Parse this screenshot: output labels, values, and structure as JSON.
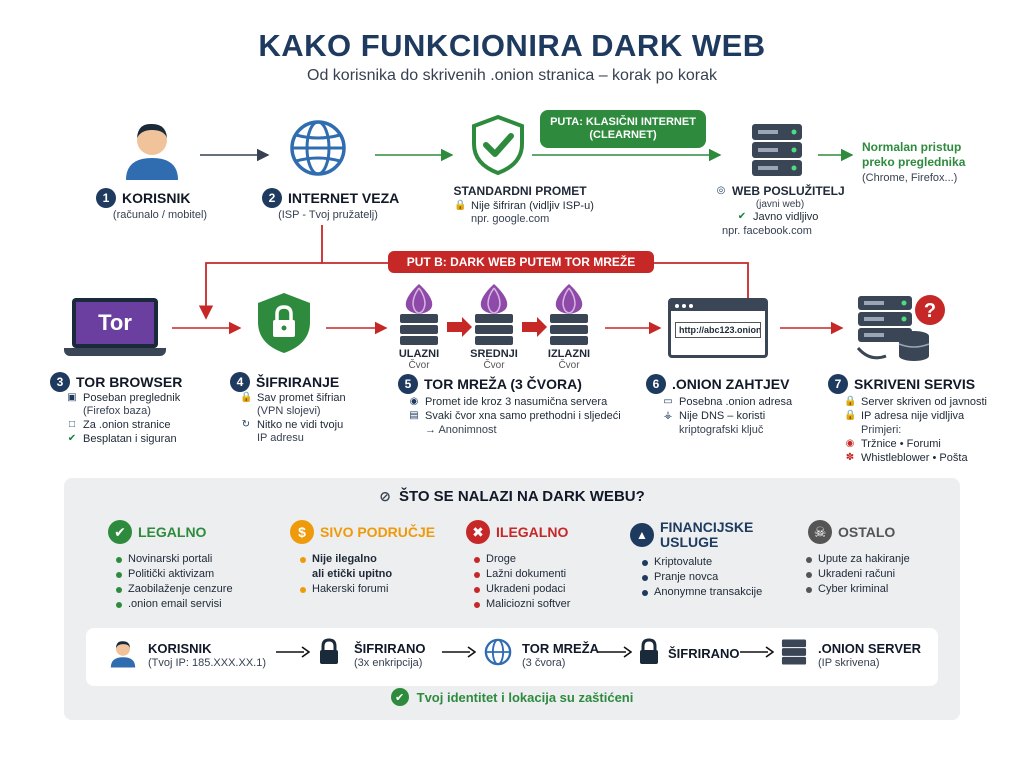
{
  "header": {
    "title": "KAKO FUNKCIONIRA DARK WEB",
    "subtitle": "Od korisnika do skrivenih .onion stranica – korak po korak"
  },
  "path_a": {
    "banner": "PUTA: KLASIČNI INTERNET (CLEARNET)",
    "user": {
      "num": "1",
      "title": "KORISNIK",
      "sub": "(računalo / mobitel)"
    },
    "internet": {
      "num": "2",
      "title": "INTERNET VEZA",
      "sub": "(ISP - Tvoj pružatelj)"
    },
    "standard": {
      "title": "STANDARDNI PROMET",
      "line1": "Nije šifriran (vidljiv ISP-u)",
      "line2": "npr. google.com"
    },
    "webserver": {
      "title": "WEB POSLUŽITELJ",
      "sub": "(javni web)",
      "line1": "Javno vidljivo",
      "line2": "npr. facebook.com"
    },
    "access": {
      "line1": "Normalan pristup",
      "line2": "preko preglednika",
      "line3": "(Chrome, Firefox...)"
    }
  },
  "path_b": {
    "banner": "PUT B: DARK WEB PUTEM TOR MREŽE",
    "tor_logo": "Tor",
    "tor": {
      "num": "3",
      "title": "TOR BROWSER",
      "l1": "Poseban preglednik",
      "l2": "(Firefox baza)",
      "l3": "Za .onion stranice",
      "l4": "Besplatan i siguran"
    },
    "enc": {
      "num": "4",
      "title": "ŠIFRIRANJE",
      "l1": "Sav promet šifrian",
      "l2": "(VPN slojevi)",
      "l3": "Nitko ne vidi tvoju",
      "l4": "IP adresu"
    },
    "nodes": [
      {
        "name": "ULAZNI",
        "sub": "Čvor"
      },
      {
        "name": "SREDNJI",
        "sub": "Čvor"
      },
      {
        "name": "IZLAZNI",
        "sub": "Čvor"
      }
    ],
    "network": {
      "num": "5",
      "title": "TOR MREŽA (3 ČVORA)",
      "l1": "Promet ide kroz 3 nasumična servera",
      "l2": "Svaki čvor xna samo prethodni i sljedeći",
      "l3": "Anonimnost"
    },
    "onion_url": "http://abc123.onion",
    "onion": {
      "num": "6",
      "title": ".ONION ZAHTJEV",
      "l1": "Posebna .onion adresa",
      "l2": "Nije DNS – koristi",
      "l3": "kriptografski ključ"
    },
    "hidden": {
      "num": "7",
      "title": "SKRIVENI SERVIS",
      "l1": "Server skriven od javnosti",
      "l2": "IP adresa nije vidljiva",
      "l3": "Primjeri:",
      "l4": "Tržnice • Forumi",
      "l5": "Whistleblower • Pošta"
    }
  },
  "categories_section": {
    "title": "ŠTO SE NALAZI NA DARK WEBU?",
    "categories": [
      {
        "title": "LEGALNO",
        "color": "#2e8b3e",
        "items": [
          "Novinarski portali",
          "Politički aktivizam",
          "Zaobilaženje cenzure",
          ".onion email servisi"
        ]
      },
      {
        "title": "SIVO PODRUČJE",
        "color": "#ef9a0b",
        "items": [
          "Nije ilegalno",
          "ali etički upitno",
          "Hakerski forumi"
        ]
      },
      {
        "title": "ILEGALNO",
        "color": "#c62828",
        "items": [
          "Droge",
          "Lažni dokumenti",
          "Ukradeni podaci",
          "Maliciozni softver"
        ]
      },
      {
        "title": "FINANCIJSKE USLUGE",
        "title1": "FINANCIJSKE",
        "title2": "USLUGE",
        "color": "#1e3a5f",
        "items": [
          "Kriptovalute",
          "Pranje novca",
          "Anonymne transakcije"
        ]
      },
      {
        "title": "OSTALO",
        "color": "#555555",
        "items": [
          "Upute za hakiranje",
          "Ukradeni računi",
          "Cyber kriminal"
        ]
      }
    ]
  },
  "summary": {
    "user_title": "KORISNIK",
    "user_sub": "(Tvoj IP: 185.XXX.XX.1)",
    "enc1_title": "ŠIFRIRANO",
    "enc1_sub": "(3x enkripcija)",
    "net_title": "TOR MREŽA",
    "net_sub": "(3 čvora)",
    "enc2_title": "ŠIFRIRANO",
    "server_title": ".ONION SERVER",
    "server_sub": "(IP skrivena)",
    "footer": "Tvoj identitet i lokacija su zaštićeni"
  }
}
